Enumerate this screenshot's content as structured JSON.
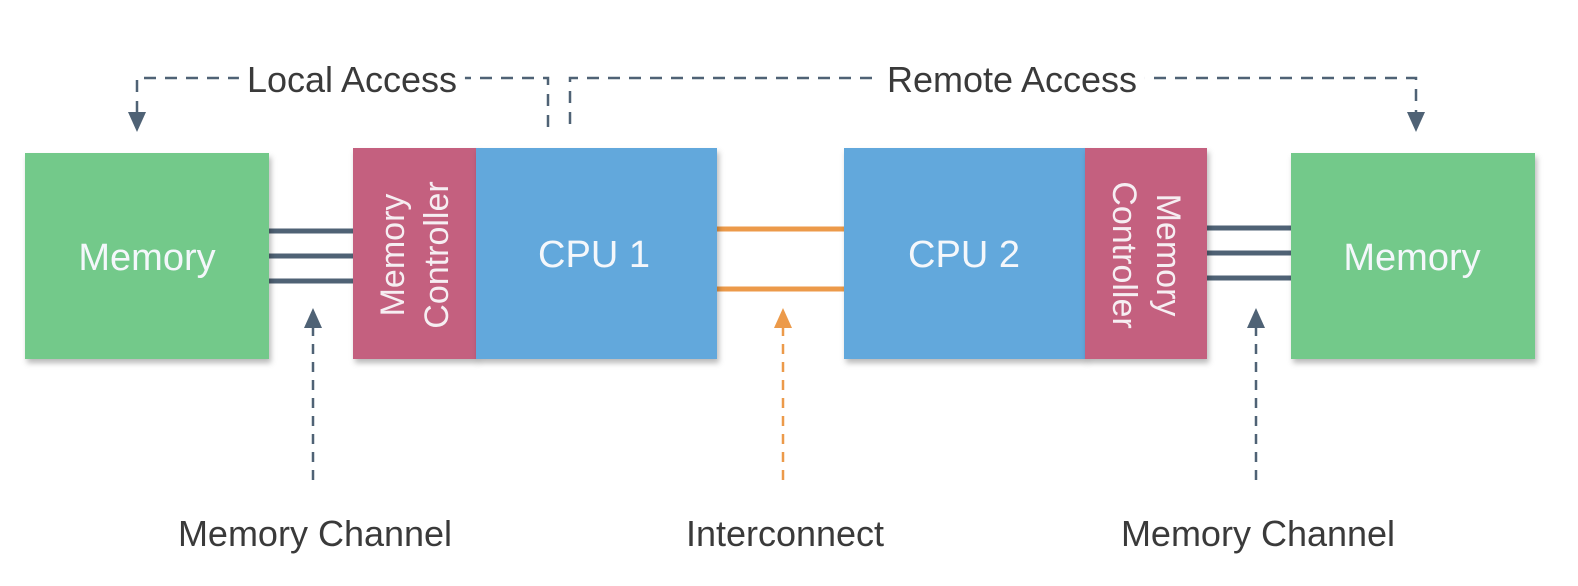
{
  "labels": {
    "local_access": "Local Access",
    "remote_access": "Remote Access",
    "memory_left": "Memory",
    "memory_right": "Memory",
    "cpu1": "CPU 1",
    "cpu2": "CPU 2",
    "controller_left": [
      "Memory",
      "Controller"
    ],
    "controller_right": [
      "Memory",
      "Controller"
    ],
    "memory_channel_left": "Memory Channel",
    "interconnect": "Interconnect",
    "memory_channel_right": "Memory Channel"
  },
  "colors": {
    "memory": "#73c98a",
    "cpu": "#62a8dc",
    "controller": "#c4607f",
    "channel": "#4f6275",
    "interconnect": "#ec9a4a",
    "arrow": "#4f6275"
  }
}
